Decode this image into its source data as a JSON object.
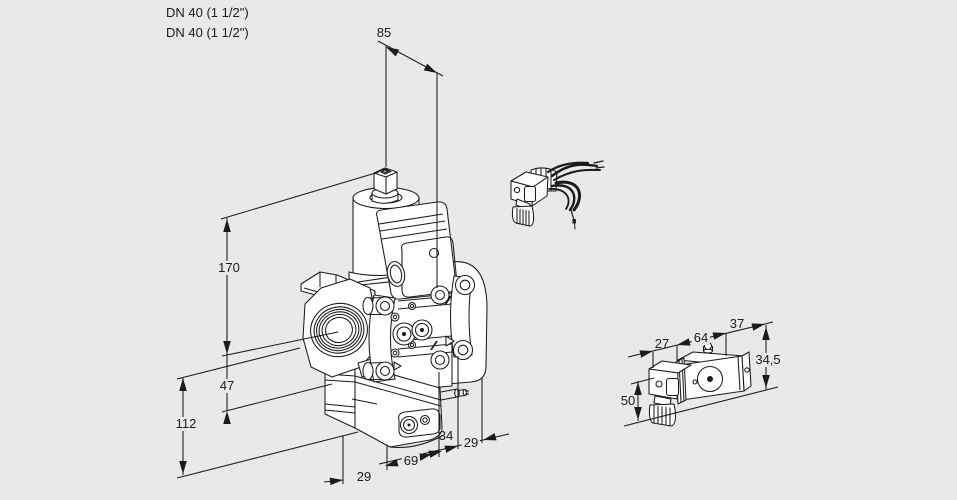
{
  "colors": {
    "background": "#e9e9e9",
    "line": "#1b1b1b",
    "text": "#1b1b1b"
  },
  "specs": {
    "line1": "DN 40 (1 1/2\")",
    "line2": "DN 40 (1 1/2\")"
  },
  "dims": {
    "top_width": "85",
    "total_height": "170",
    "flange_to_base": "47",
    "base_height": "112",
    "front_depth": "29",
    "base_width": "69",
    "port_spacing": "34",
    "rear_depth": "29",
    "connector_width": "27",
    "coil_length": "64",
    "coil_top_width": "37",
    "coil_height": "34,5",
    "connector_height": "50"
  }
}
